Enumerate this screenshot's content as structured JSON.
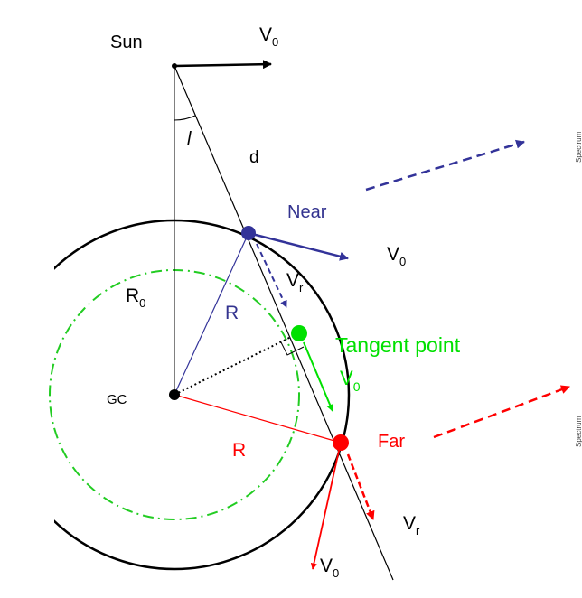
{
  "labels": {
    "sun": "Sun",
    "v0_top": "V",
    "v0_top_sub": "0",
    "angle": "l",
    "distance": "d",
    "near": "Near",
    "v0_near": "V",
    "v0_near_sub": "0",
    "vr_near": "V",
    "vr_near_sub": "r",
    "r0": "R",
    "r0_sub": "0",
    "r_near": "R",
    "gc": "GC",
    "tangent_point": "Tangent point",
    "v0_tangent": "V",
    "v0_tangent_sub": "0",
    "far": "Far",
    "r_far": "R",
    "vr_far": "V",
    "vr_far_sub": "r",
    "v0_far": "V",
    "v0_far_sub": "0",
    "spectrum_top": "Spectrum",
    "spectrum_bottom": "Spectrum"
  },
  "colors": {
    "black": "#000000",
    "near_blue": "#333399",
    "near_label": "#33338f",
    "far_red": "#ff0000",
    "tangent_green": "#00e000",
    "tangent_dash": "#22cc22"
  }
}
